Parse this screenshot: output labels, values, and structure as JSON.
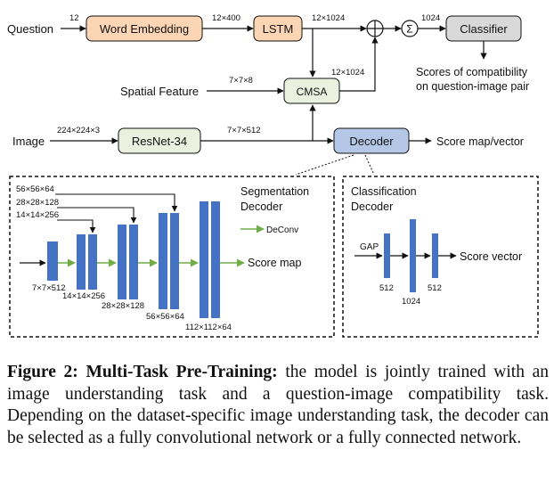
{
  "inputs": {
    "question": "Question",
    "spatial_feature": "Spatial Feature",
    "image": "Image"
  },
  "blocks": {
    "word_embedding": "Word Embedding",
    "lstm": "LSTM",
    "classifier": "Classifier",
    "cmsa": "CMSA",
    "resnet": "ResNet-34",
    "decoder": "Decoder",
    "sigma": "Σ"
  },
  "dims": {
    "q_in": "12",
    "we_out": "12×400",
    "lstm_out": "12×1024",
    "sum_out": "1024",
    "spatial": "7×7×8",
    "cmsa_out": "12×1024",
    "img_in": "224×224×3",
    "resnet_out": "7×7×512"
  },
  "outputs": {
    "scores_line1": "Scores of compatibility",
    "scores_line2": "on question-image pair",
    "score_map_vector": "Score map/vector"
  },
  "segmentation": {
    "title_line1": "Segmentation",
    "title_line2": "Decoder",
    "legend": "DeConv",
    "output": "Score map",
    "skip_labels": [
      "56×56×64",
      "28×28×128",
      "14×14×256"
    ],
    "layer_labels": [
      "7×7×512",
      "14×14×256",
      "28×28×128",
      "56×56×64",
      "112×112×64"
    ]
  },
  "classification": {
    "title_line1": "Classification",
    "title_line2": "Decoder",
    "gap": "GAP",
    "output": "Score vector",
    "layer_labels": [
      "512",
      "1024",
      "512"
    ]
  },
  "caption": {
    "label": "Figure 2: Multi-Task Pre-Training:",
    "text": " the model is jointly trained with an image understanding task and a question-image compatibility task. Depending on the dataset-specific image understanding task, the decoder can be selected as a fully convolutional network or a fully connected network."
  },
  "colors": {
    "orange_fill": "#fcd5b4",
    "green_fill": "#ebf1de",
    "gray_fill": "#d9d9d9",
    "blue_fill": "#b4c7e7",
    "bar_blue": "#4472c4",
    "deconv_green": "#70ad47"
  }
}
